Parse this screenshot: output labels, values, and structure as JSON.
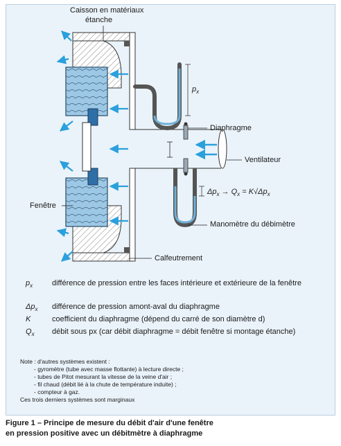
{
  "labels": {
    "caisson_l1": "Caisson en matériaux",
    "caisson_l2": "étanche",
    "px": "p",
    "px_sub": "x",
    "diaphragme": "Diaphragme",
    "ventilateur": "Ventilateur",
    "formula": "Δp",
    "formula_sub": "x",
    "formula_rest": " → Q",
    "formula_q_sub": "x",
    "formula_eq": " = K√Δp",
    "formula_end_sub": "x",
    "manometre": "Manomètre du débimètre",
    "fenetre": "Fenêtre",
    "calfeutrement": "Calfeutrement"
  },
  "legend": [
    {
      "sym": "p",
      "sub": "x",
      "text": "différence de pression entre les faces intérieure et extérieure de la fenêtre"
    },
    {
      "sym": "Δp",
      "sub": "x",
      "text": "différence de pression amont-aval du diaphragme"
    },
    {
      "sym": "K",
      "sub": "",
      "text": "coefficient du diaphragme (dépend du carré de son diamètre d)"
    },
    {
      "sym": "Q",
      "sub": "x",
      "text": "débit sous px (car débit diaphragme = débit fenêtre si montage étanche)"
    }
  ],
  "note": {
    "l1": "Note : d'autres systèmes existent :",
    "l2": "- gyromètre (tube avec masse flottante) à lecture directe ;",
    "l3": "- tubes de Pitot mesurant la vitesse de la veine d'air ;",
    "l4": "- fil chaud (débit lié à la chute de température induite) ;",
    "l5": "- compteur à gaz.",
    "l6": "Ces trois derniers systèmes sont marginaux"
  },
  "caption": {
    "l1": "Figure 1  – Principe de mesure du débit d'air d'une fenêtre",
    "l2": "en pression positive avec un débitmètre à diaphragme"
  },
  "colors": {
    "frame_bg": "#eaf3fa",
    "arrow": "#2aa0dc",
    "window_fill": "#9cc8e6",
    "fluid": "#6fb0d8"
  }
}
